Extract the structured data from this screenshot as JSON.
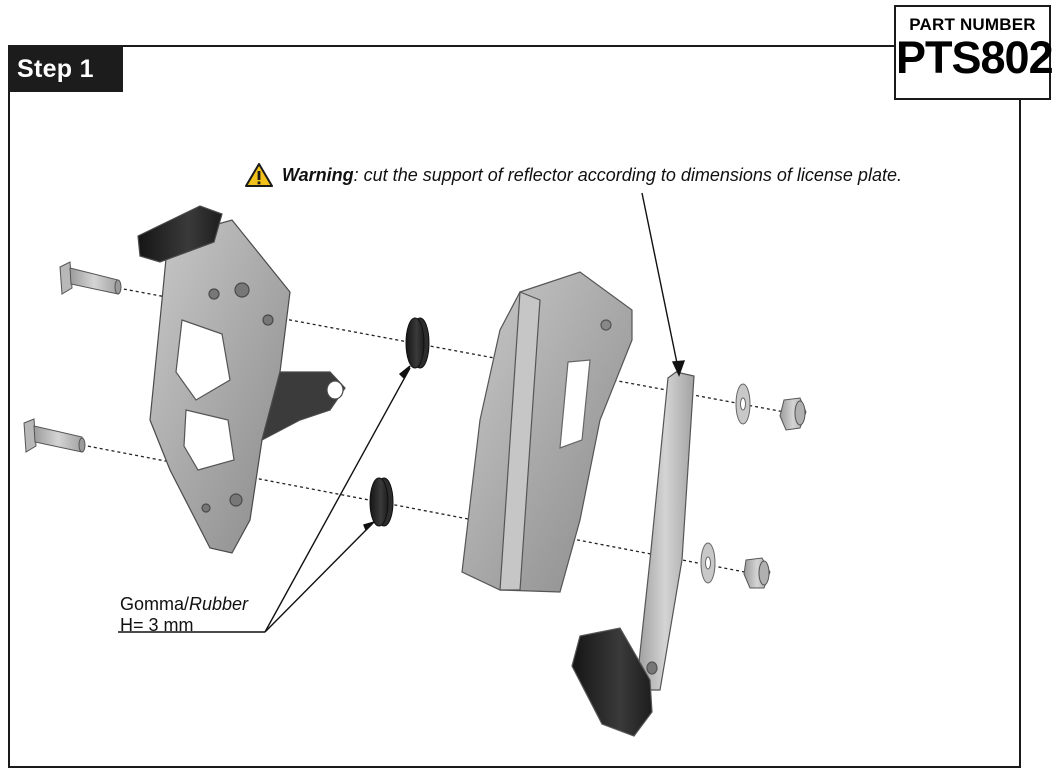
{
  "step": {
    "label": "Step 1"
  },
  "part": {
    "label": "PART NUMBER",
    "value": "PTS802"
  },
  "warning": {
    "keyword": "Warning",
    "text": ": cut the support of reflector according to dimensions of license plate."
  },
  "note": {
    "material_it": "Gomma/",
    "material_en": "Rubber",
    "height": "H= 3 mm"
  }
}
